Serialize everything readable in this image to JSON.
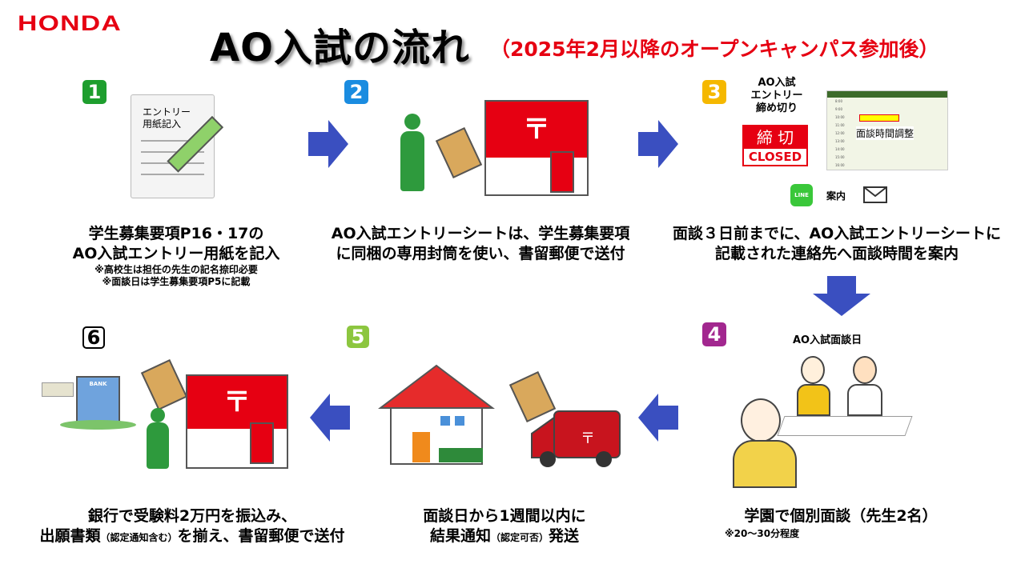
{
  "logo": "HONDA",
  "title": "AO入試の流れ",
  "subtitle": "（2025年2月以降のオープンキャンパス参加後）",
  "colors": {
    "accent": "#e60012",
    "arrow": "#3a4fc0"
  },
  "steps": [
    {
      "num": "1",
      "color": "#1e9e2e",
      "caption": [
        "学生募集要項P16・17の",
        "AO入試エントリー用紙を記入"
      ],
      "notes": [
        "※高校生は担任の先生の記名捺印必要",
        "※面談日は学生募集要項P5に記載"
      ],
      "illustration_label": "エントリー\n用紙記入"
    },
    {
      "num": "2",
      "color": "#1a8ce0",
      "caption": [
        "AO入試エントリーシートは、学生募集要項",
        "に同梱の専用封筒を使い、書留郵便で送付"
      ]
    },
    {
      "num": "3",
      "color": "#f5b800",
      "caption": [
        "面談３日前までに、AO入試エントリーシートに",
        "記載された連絡先へ面談時間を案内"
      ],
      "deadline_label": [
        "AO入試",
        "エントリー",
        "締め切り"
      ],
      "closed_jp": "締 切",
      "closed_en": "CLOSED",
      "schedule_label": "面談時間調整",
      "schedule_times": [
        "8:00",
        "9:00",
        "10:00",
        "11:00",
        "12:00",
        "13:00",
        "14:00",
        "15:00",
        "16:00"
      ],
      "line_label": "LINE",
      "notice_label": "案内"
    },
    {
      "num": "4",
      "color": "#a2278f",
      "caption": [
        "学園で個別面談（先生2名）"
      ],
      "notes": [
        "※20～30分程度"
      ],
      "header": "AO入試面談日"
    },
    {
      "num": "5",
      "color": "#8cc63f",
      "caption": [
        "面談日から1週間以内に",
        "結果通知",
        "（認定可否）",
        "発送"
      ]
    },
    {
      "num": "6",
      "color": "#ffffff",
      "caption": [
        "銀行で受験料2万円を振込み、",
        "出願書類",
        "（認定通知含む）",
        "を揃え、書留郵便で送付"
      ],
      "bank_label": "BANK"
    }
  ]
}
